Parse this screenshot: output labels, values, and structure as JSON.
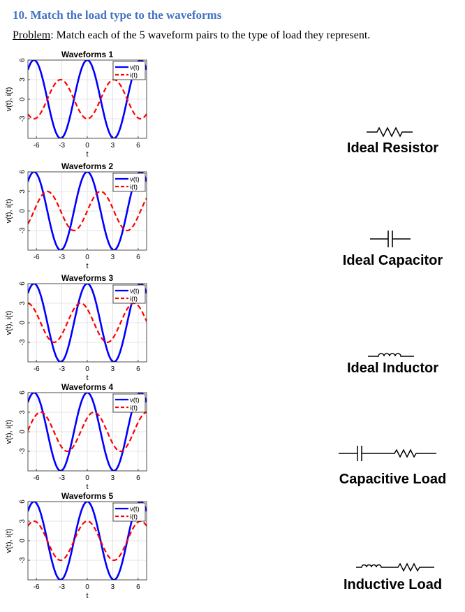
{
  "heading": "10. Match the load type to the waveforms",
  "problem": {
    "label": "Problem",
    "text": ": Match each of the 5 waveform pairs to the type of load they represent."
  },
  "colors": {
    "voltage": "#0000ff",
    "current": "#ff0000",
    "heading": "#4472c4"
  },
  "chart_data": [
    {
      "type": "line",
      "title": "Waveforms 1",
      "xlabel": "t",
      "ylabel": "v(t), i(t)",
      "xlim": [
        -7,
        7
      ],
      "ylim": [
        -6,
        6
      ],
      "xticks": [
        "-6",
        "-3",
        "0",
        "3",
        "6"
      ],
      "yticks": [
        "6",
        "3",
        "0",
        "-3"
      ],
      "legend": [
        "v(t)",
        "i(t)"
      ],
      "legend_position": "top-right",
      "grid": true,
      "series": [
        {
          "name": "v(t)",
          "amplitude": 6,
          "period": 6.2832,
          "phase": 0
        },
        {
          "name": "i(t)",
          "amplitude": 3,
          "period": 6.2832,
          "phase": 3.1416
        }
      ]
    },
    {
      "type": "line",
      "title": "Waveforms 2",
      "xlabel": "t",
      "ylabel": "v(t), i(t)",
      "xlim": [
        -7,
        7
      ],
      "ylim": [
        -6,
        6
      ],
      "xticks": [
        "-6",
        "-3",
        "0",
        "3",
        "6"
      ],
      "yticks": [
        "6",
        "3",
        "0",
        "-3"
      ],
      "legend": [
        "v(t)",
        "i(t)"
      ],
      "legend_position": "top-right",
      "grid": true,
      "series": [
        {
          "name": "v(t)",
          "amplitude": 6,
          "period": 6.2832,
          "phase": 0
        },
        {
          "name": "i(t)",
          "amplitude": 3,
          "period": 6.2832,
          "phase": -1.5708
        }
      ]
    },
    {
      "type": "line",
      "title": "Waveforms 3",
      "xlabel": "t",
      "ylabel": "v(t), i(t)",
      "xlim": [
        -7,
        7
      ],
      "ylim": [
        -6,
        6
      ],
      "xticks": [
        "-6",
        "-3",
        "0",
        "3",
        "6"
      ],
      "yticks": [
        "6",
        "3",
        "0",
        "-3"
      ],
      "legend": [
        "v(t)",
        "i(t)"
      ],
      "legend_position": "top-right",
      "grid": true,
      "series": [
        {
          "name": "v(t)",
          "amplitude": 6,
          "period": 6.2832,
          "phase": 0
        },
        {
          "name": "i(t)",
          "amplitude": 3,
          "period": 6.2832,
          "phase": 0.7854
        }
      ]
    },
    {
      "type": "line",
      "title": "Waveforms 4",
      "xlabel": "t",
      "ylabel": "v(t), i(t)",
      "xlim": [
        -7,
        7
      ],
      "ylim": [
        -6,
        6
      ],
      "xticks": [
        "-6",
        "-3",
        "0",
        "3",
        "6"
      ],
      "yticks": [
        "6",
        "3",
        "0",
        "-3"
      ],
      "legend": [
        "v(t)",
        "i(t)"
      ],
      "legend_position": "top-right",
      "grid": true,
      "series": [
        {
          "name": "v(t)",
          "amplitude": 6,
          "period": 6.2832,
          "phase": 0
        },
        {
          "name": "i(t)",
          "amplitude": 3,
          "period": 6.2832,
          "phase": -0.7854
        }
      ]
    },
    {
      "type": "line",
      "title": "Waveforms 5",
      "xlabel": "t",
      "ylabel": "v(t), i(t)",
      "xlim": [
        -7,
        7
      ],
      "ylim": [
        -6,
        6
      ],
      "xticks": [
        "-6",
        "-3",
        "0",
        "3",
        "6"
      ],
      "yticks": [
        "6",
        "3",
        "0",
        "-3"
      ],
      "legend": [
        "v(t)",
        "i(t)"
      ],
      "legend_position": "top-right",
      "grid": true,
      "series": [
        {
          "name": "v(t)",
          "amplitude": 6,
          "period": 6.2832,
          "phase": 0
        },
        {
          "name": "i(t)",
          "amplitude": 3,
          "period": 6.2832,
          "phase": 0
        }
      ]
    }
  ],
  "loads": [
    {
      "label": "Ideal Resistor",
      "symbol": "resistor"
    },
    {
      "label": "Ideal Capacitor",
      "symbol": "capacitor"
    },
    {
      "label": "Ideal Inductor",
      "symbol": "inductor"
    },
    {
      "label": "Capacitive Load",
      "symbol": "capacitor-resistor"
    },
    {
      "label": "Inductive Load",
      "symbol": "inductor-resistor"
    }
  ]
}
